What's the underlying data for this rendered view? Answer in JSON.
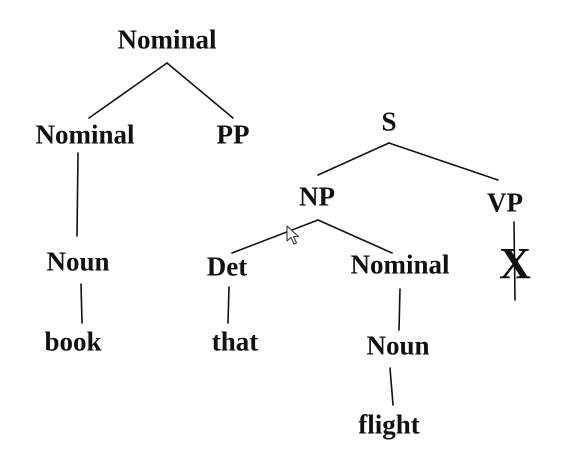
{
  "tree_a": {
    "root": "Nominal",
    "nominal": "Nominal",
    "pp": "PP",
    "noun": "Noun",
    "word": "book"
  },
  "tree_b": {
    "root": "S",
    "np": "NP",
    "vp": "VP",
    "det": "Det",
    "nominal": "Nominal",
    "noun": "Noun",
    "det_word": "that",
    "noun_word": "flight",
    "vp_mark": "X"
  },
  "colors": {
    "ink": "#111111",
    "background": "#ffffff"
  },
  "icons": {
    "cursor": "mouse-pointer-icon"
  }
}
